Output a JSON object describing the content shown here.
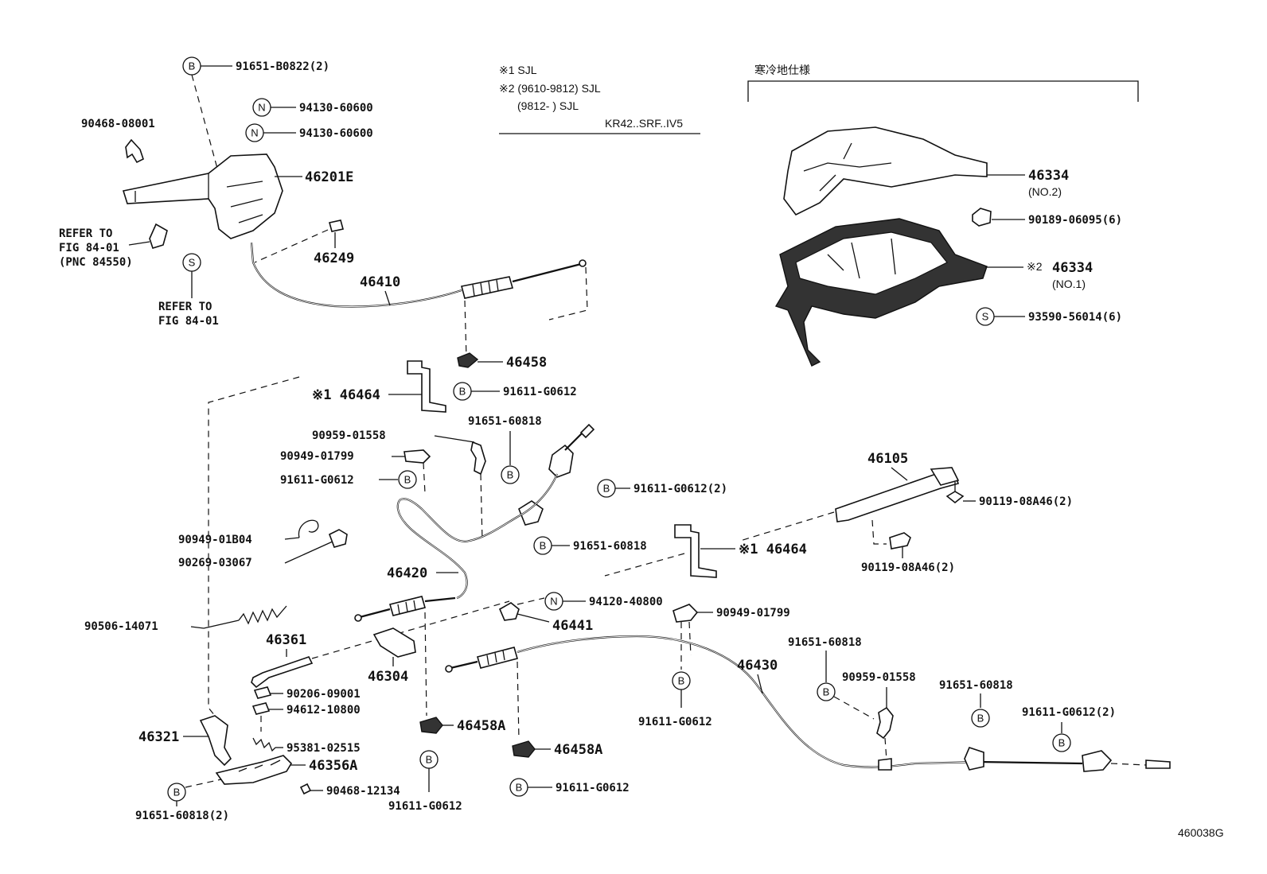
{
  "notes": {
    "n1": "※1 SJL",
    "n2": "※2 (9610-9812) SJL",
    "n3": "(9812-      ) SJL",
    "n4": "KR42..SRF..IV5",
    "cold_region": "寒冷地仕様"
  },
  "symbols": {
    "b": "B",
    "n": "N",
    "s": "S"
  },
  "parts": {
    "p91651_b0822": "91651-B0822(2)",
    "p94130_a": "94130-60600",
    "p94130_b": "94130-60600",
    "p90468_08001": "90468-08001",
    "p46201e": "46201E",
    "refer1_a": "REFER TO",
    "refer1_b": "FIG 84-01",
    "refer1_c": "(PNC 84550)",
    "refer2_a": "REFER TO",
    "refer2_b": "FIG 84-01",
    "p46249": "46249",
    "p46410": "46410",
    "p46458": "46458",
    "p46464_a": "※1 46464",
    "p91611_g0612_a": "91611-G0612",
    "p90959_01558_a": "90959-01558",
    "p91651_60818_a": "91651-60818",
    "p90949_01799_a": "90949-01799",
    "p91611_g0612_b": "91611-G0612",
    "p91611_g0612_2_a": "91611-G0612(2)",
    "p90949_01b04": "90949-01B04",
    "p90269_03067": "90269-03067",
    "p91651_60818_b": "91651-60818",
    "p46464_b": "※1 46464",
    "p46420": "46420",
    "p46105": "46105",
    "p90119_08a46_2_a": "90119-08A46(2)",
    "p90119_08a46_2_b": "90119-08A46(2)",
    "p94120_40800": "94120-40800",
    "p90949_01799_b": "90949-01799",
    "p46441": "46441",
    "p90506_14071": "90506-14071",
    "p46361": "46361",
    "p46304": "46304",
    "p90206_09001": "90206-09001",
    "p94612_10800": "94612-10800",
    "p46321": "46321",
    "p95381_02515": "95381-02515",
    "p46356a": "46356A",
    "p90468_12134": "90468-12134",
    "p91651_60818_2": "91651-60818(2)",
    "p46458a_a": "46458A",
    "p91611_g0612_c": "91611-G0612",
    "p46458a_b": "46458A",
    "p91611_g0612_d": "91611-G0612",
    "p46430": "46430",
    "p91611_g0612_e": "91611-G0612",
    "p91651_60818_c": "91651-60818",
    "p90959_01558_b": "90959-01558",
    "p91651_60818_d": "91651-60818",
    "p91611_g0612_2_b": "91611-G0612(2)",
    "p46334_no2": "46334",
    "no2": "(NO.2)",
    "p90189_06095": "90189-06095(6)",
    "mark2": "※2",
    "p46334_no1": "46334",
    "no1": "(NO.1)",
    "p93590_56014": "93590-56014(6)",
    "figure_id": "460038G"
  }
}
